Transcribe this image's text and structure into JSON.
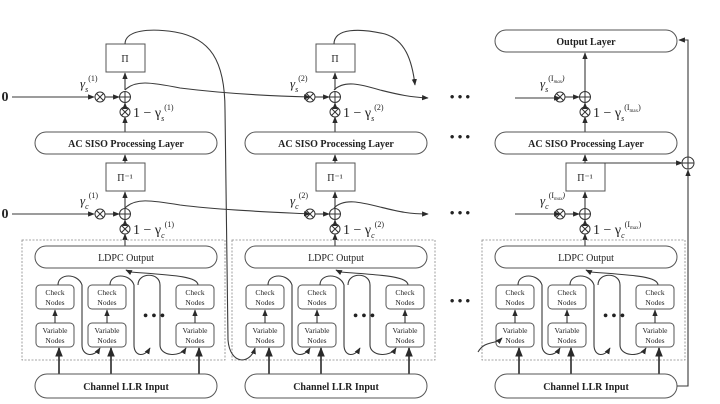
{
  "diagram": {
    "columns": [
      {
        "id": "iter1",
        "interleaver_top": "Π",
        "interleaver_bottom": "Π⁻¹",
        "siso_layer": "AC SISO Processing Layer",
        "ldpc_output": "LDPC Output",
        "channel_input": "Channel LLR Input",
        "check_nodes": "Check Nodes",
        "variable_nodes": "Variable Nodes",
        "top_input": "0",
        "bottom_input": "0",
        "gamma_s": "γ",
        "gamma_s_sub": "s",
        "gamma_s_sup": "(1)",
        "one_minus_gamma_s": "1 − γ",
        "gamma_c": "γ",
        "gamma_c_sub": "c",
        "gamma_c_sup": "(1)",
        "one_minus_gamma_c": "1 − γ"
      },
      {
        "id": "iter2",
        "interleaver_top": "Π",
        "interleaver_bottom": "Π⁻¹",
        "siso_layer": "AC SISO Processing Layer",
        "ldpc_output": "LDPC Output",
        "channel_input": "Channel LLR Input",
        "check_nodes": "Check Nodes",
        "variable_nodes": "Variable Nodes",
        "gamma_s": "γ",
        "gamma_s_sub": "s",
        "gamma_s_sup": "(2)",
        "one_minus_gamma_s": "1 − γ",
        "gamma_c": "γ",
        "gamma_c_sub": "c",
        "gamma_c_sup": "(2)",
        "one_minus_gamma_c": "1 − γ"
      },
      {
        "id": "iterMax",
        "output_layer": "Output Layer",
        "interleaver_bottom": "Π⁻¹",
        "siso_layer": "AC SISO Processing Layer",
        "ldpc_output": "LDPC Output",
        "channel_input": "Channel LLR Input",
        "check_nodes": "Check Nodes",
        "variable_nodes": "Variable Nodes",
        "gamma_s": "γ",
        "gamma_s_sub": "s",
        "gamma_s_sup": "(I",
        "gamma_s_sup_sub": "max",
        "gamma_s_sup_close": ")",
        "one_minus_gamma_s": "1 − γ",
        "gamma_c": "γ",
        "gamma_c_sub": "c",
        "gamma_c_sup": "(I",
        "gamma_c_sup_sub": "max",
        "gamma_c_sup_close": ")",
        "one_minus_gamma_c": "1 − γ"
      }
    ],
    "ellipsis": "• • •",
    "check_label_line1": "Check",
    "check_label_line2": "Nodes",
    "var_label_line1": "Variable",
    "var_label_line2": "Nodes",
    "mult_symbol": "⊗",
    "add_symbol": "⊕"
  }
}
